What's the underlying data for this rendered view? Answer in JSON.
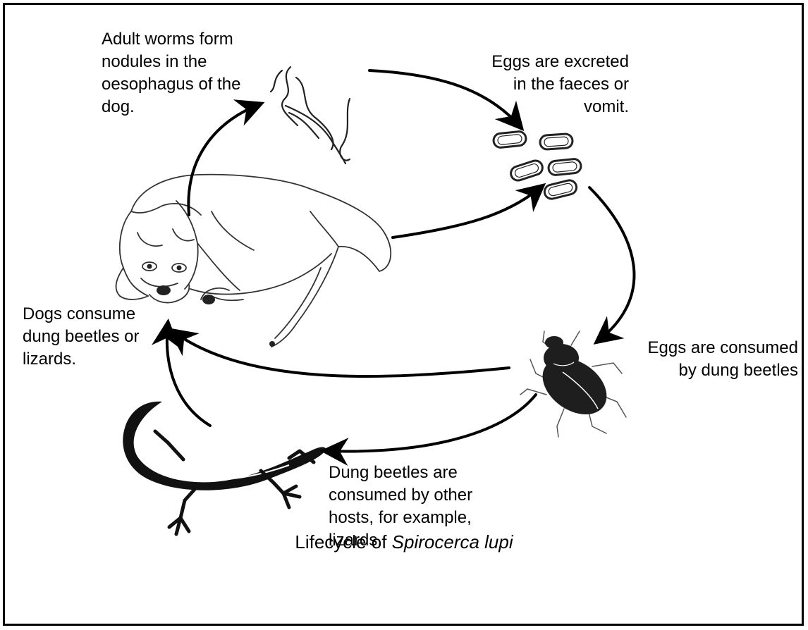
{
  "diagram": {
    "labels": {
      "adult_worms": "Adult worms form\nnodules in the\noesophagus of the\ndog.",
      "eggs_excreted": "Eggs are excreted\nin the faeces or\nvomit.",
      "eggs_consumed": "Eggs are consumed\nby dung beetles",
      "beetles_consumed": "Dung beetles are\nconsumed by other\nhosts, for example,\nlizards.",
      "dogs_consume": "Dogs consume\ndung beetles or\nlizards."
    },
    "title": {
      "prefix": "Lifecycle of ",
      "species": "Spirocerca lupi"
    },
    "colors": {
      "border": "#000000",
      "text": "#000000",
      "line": "#000000",
      "beetle": "#1e1e1e",
      "lizard": "#111111"
    },
    "illustrations": [
      "worms",
      "eggs",
      "dog",
      "dung-beetle",
      "lizard"
    ]
  }
}
